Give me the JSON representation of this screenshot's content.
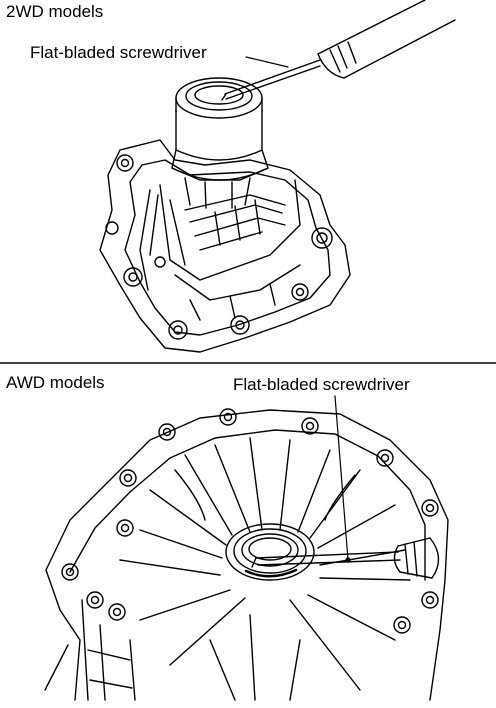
{
  "panels": [
    {
      "title": "2WD models",
      "callout": "Flat-bladed screwdriver"
    },
    {
      "title": "AWD models",
      "callout": "Flat-bladed screwdriver"
    }
  ],
  "colors": {
    "line": "#000000",
    "background": "#ffffff"
  }
}
